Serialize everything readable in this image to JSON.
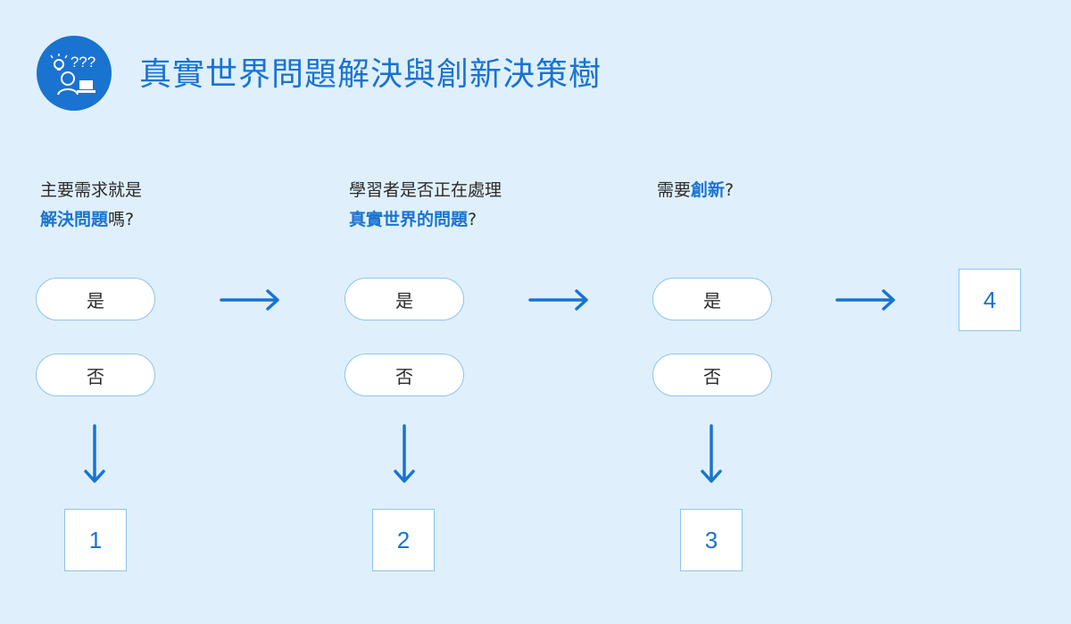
{
  "header": {
    "title": "真實世界問題解決與創新決策樹",
    "logo_icon": "problem-solving-person-icon",
    "logo_text": "???"
  },
  "colors": {
    "background": "#dff0fc",
    "accent": "#1a73d1",
    "border": "#8ec3ef",
    "text": "#2b2b2b"
  },
  "questions": [
    {
      "line1": "主要需求就是",
      "line2_highlight": "解決問題",
      "line2_suffix": "嗎?"
    },
    {
      "line1": "學習者是否正在處理",
      "line2_highlight": "真實世界的問題",
      "line2_suffix": "?"
    },
    {
      "line1_prefix": "需要",
      "line1_highlight": "創新",
      "line1_suffix": "?"
    }
  ],
  "options": {
    "yes": "是",
    "no": "否"
  },
  "outcomes": [
    "1",
    "2",
    "3",
    "4"
  ],
  "arrows": {
    "right_icon": "arrow-right-icon",
    "down_icon": "arrow-down-icon"
  }
}
